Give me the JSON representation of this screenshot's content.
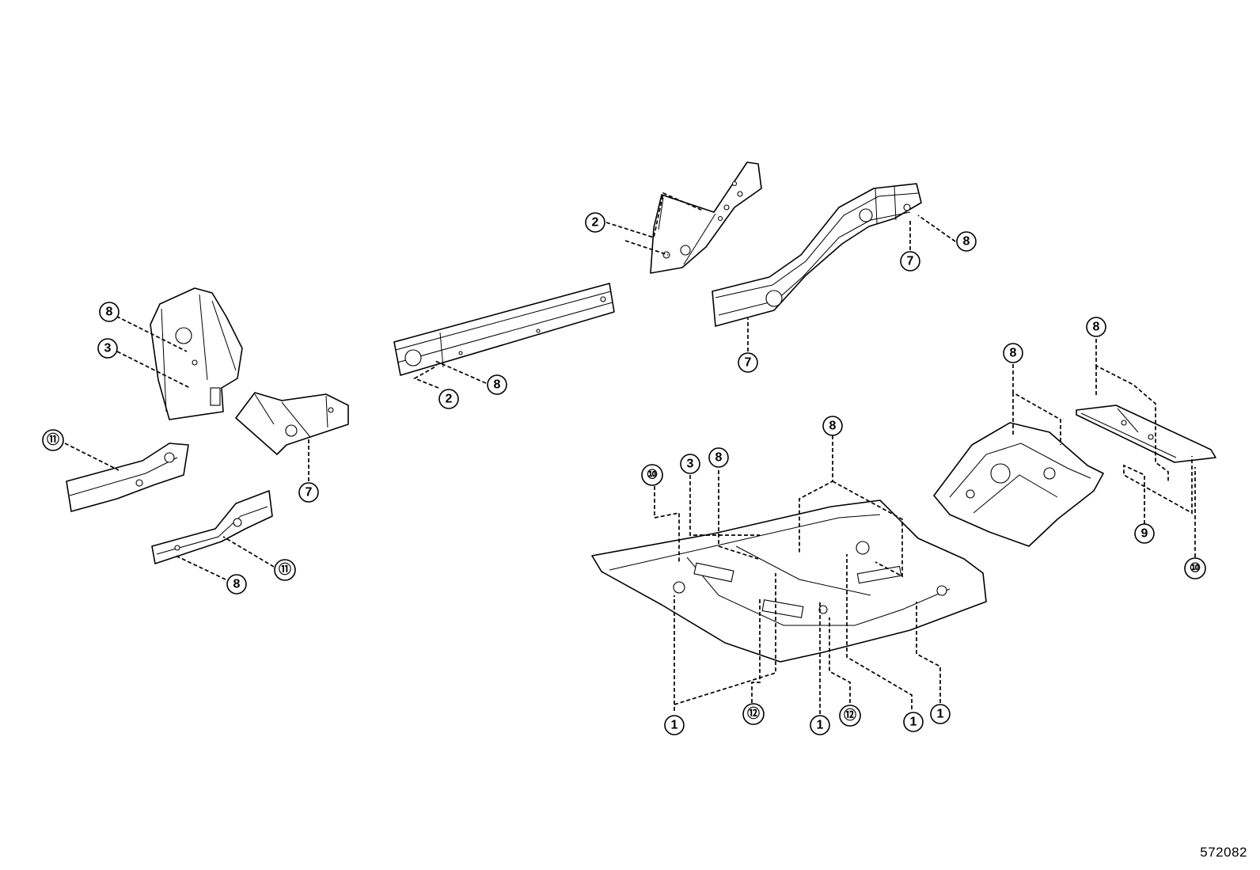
{
  "diagram_id": "572082",
  "callouts": [
    {
      "id": "c2a",
      "label": "2"
    },
    {
      "id": "c8a",
      "label": "8"
    },
    {
      "id": "c7a",
      "label": "7"
    },
    {
      "id": "c7b",
      "label": "7"
    },
    {
      "id": "c8b",
      "label": "8"
    },
    {
      "id": "c3a",
      "label": "3"
    },
    {
      "id": "c8c",
      "label": "8"
    },
    {
      "id": "c2b",
      "label": "2"
    },
    {
      "id": "c7c",
      "label": "7"
    },
    {
      "id": "c11a",
      "label": "⑪"
    },
    {
      "id": "c11b",
      "label": "⑪"
    },
    {
      "id": "c8d",
      "label": "8"
    },
    {
      "id": "c8e",
      "label": "8"
    },
    {
      "id": "c8f",
      "label": "8"
    },
    {
      "id": "c8g",
      "label": "8"
    },
    {
      "id": "c9",
      "label": "9"
    },
    {
      "id": "c10a",
      "label": "⑩"
    },
    {
      "id": "c10b",
      "label": "⑩"
    },
    {
      "id": "c3b",
      "label": "3"
    },
    {
      "id": "c8h",
      "label": "8"
    },
    {
      "id": "c1a",
      "label": "1"
    },
    {
      "id": "c12a",
      "label": "⑫"
    },
    {
      "id": "c1b",
      "label": "1"
    },
    {
      "id": "c12b",
      "label": "⑫"
    },
    {
      "id": "c1c",
      "label": "1"
    },
    {
      "id": "c1d",
      "label": "1"
    }
  ]
}
